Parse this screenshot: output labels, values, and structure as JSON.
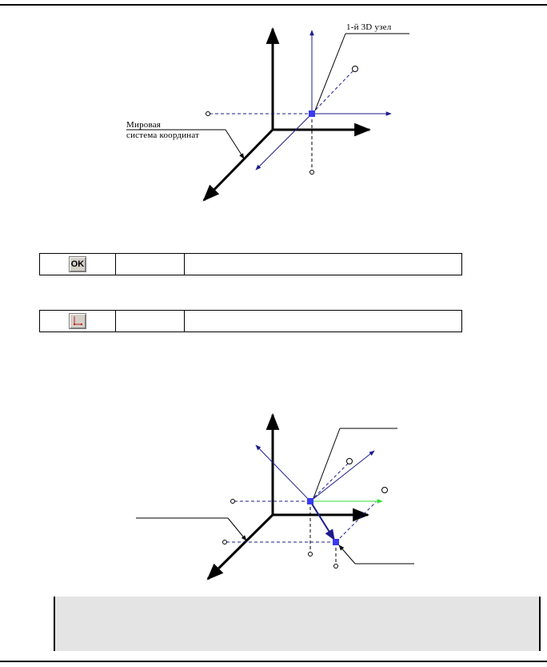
{
  "figure1": {
    "labels": {
      "node_label": "1-й 3D узел",
      "world_cs_line1": "Мировая",
      "world_cs_line2": "система координат"
    }
  },
  "toolbar_rows": [
    {
      "icon": "ok-icon",
      "button_text": "OK",
      "name_cell": "",
      "description": ""
    },
    {
      "icon": "coordinate-axes-icon",
      "button_text": "",
      "name_cell": "",
      "description": ""
    }
  ],
  "figure2": {
    "labels": {}
  },
  "note": {
    "text": ""
  },
  "colors": {
    "axis_blue": "#1c1c8c",
    "node_blue": "#3a3af0",
    "green_axis": "#33dd33",
    "note_bg": "#e4e4e4"
  }
}
